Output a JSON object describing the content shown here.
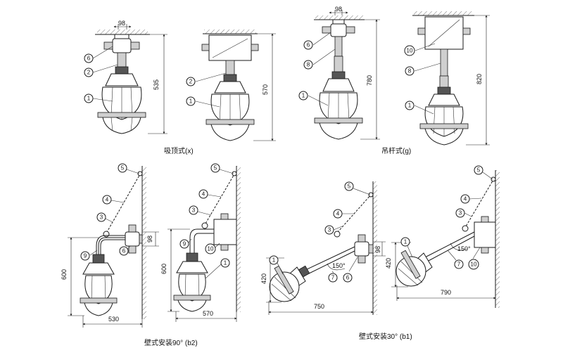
{
  "captions": {
    "ceiling": "吸顶式(x)",
    "pendant": "吊杆式(g)",
    "wall90": "壁式安装90° (b2)",
    "wall30": "壁式安装30° (b1)"
  },
  "dims": {
    "a_width": "98",
    "a_height": "535",
    "b_height": "570",
    "c_width": "98",
    "c_height": "780",
    "d_height": "820",
    "e_height": "600",
    "e_offset": "98",
    "e_width": "530",
    "f_height": "600",
    "f_width": "570",
    "g_height": "420",
    "g_offset": "98",
    "g_angle": "150°",
    "g_width": "750",
    "h_height": "420",
    "h_angle": "150°",
    "h_width": "790"
  },
  "callouts": {
    "a6": "6",
    "a2": "2",
    "a1": "1",
    "b2": "2",
    "b1": "1",
    "c6": "6",
    "c8": "8",
    "c1": "1",
    "d10": "10",
    "d8": "8",
    "d1": "1",
    "e5": "5",
    "e4": "4",
    "e3": "3",
    "e9": "9",
    "e6": "6",
    "f5": "5",
    "f4": "4",
    "f3": "3",
    "f9": "9",
    "f10": "10",
    "f1": "1",
    "g5": "5",
    "g4": "4",
    "g3": "3",
    "g1": "1",
    "g7": "7",
    "g6": "6",
    "h5": "5",
    "h4": "4",
    "h3": "3",
    "h1": "1",
    "h7": "7",
    "h10": "10"
  }
}
